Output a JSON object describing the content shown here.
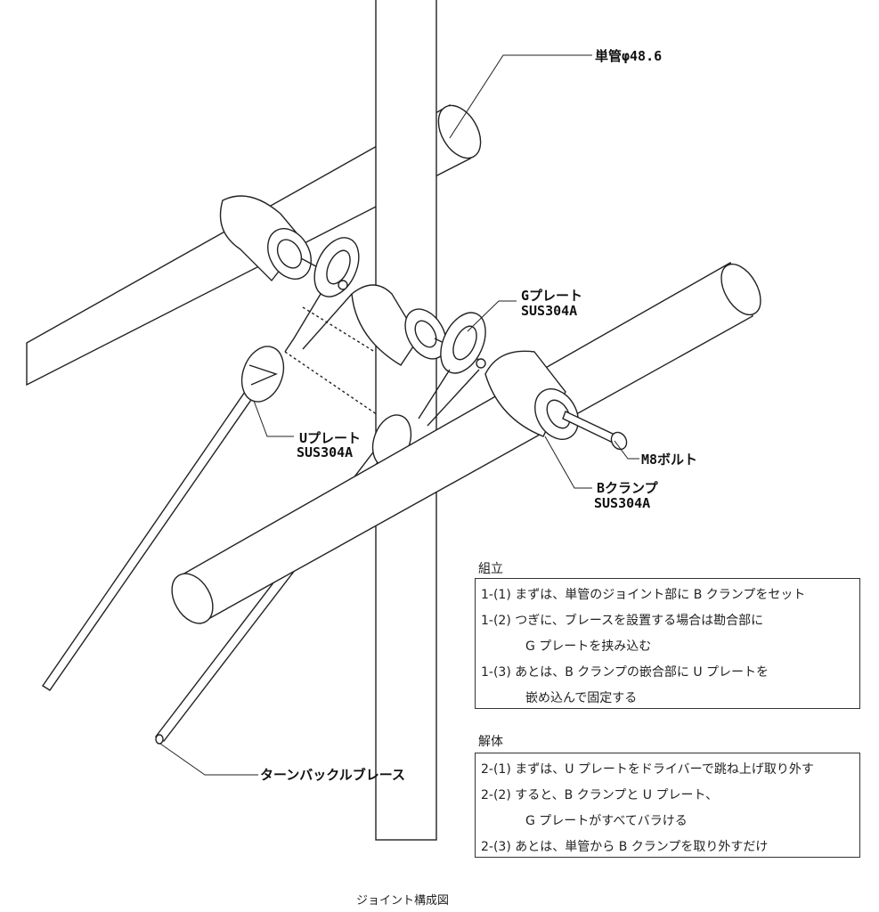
{
  "labels": {
    "pipe": "単管φ48.6",
    "g_plate": "Gプレート",
    "g_plate_material": "SUS304A",
    "u_plate": "Uプレート",
    "u_plate_material": "SUS304A",
    "bolt": "M8ボルト",
    "b_clamp": "Bクランプ",
    "b_clamp_material": "SUS304A",
    "brace": "ターンバックルブレース"
  },
  "assembly": {
    "title": "組立",
    "rows": [
      "1-(1) まずは、単管のジョイント部に B クランプをセット",
      "1-(2) つぎに、ブレースを設置する場合は勘合部に",
      "G プレートを挟み込む",
      "1-(3) あとは、B クランプの嵌合部に U プレートを",
      "嵌め込んで固定する"
    ]
  },
  "disassembly": {
    "title": "解体",
    "rows": [
      "2-(1) まずは、U プレートをドライバーで跳ね上げ取り外す",
      "2-(2) すると、B クランプと U プレート、",
      "G プレートがすべてバラける",
      "2-(3) あとは、単管から B クランプを取り外すだけ"
    ]
  },
  "caption": "ジョイント構成図"
}
